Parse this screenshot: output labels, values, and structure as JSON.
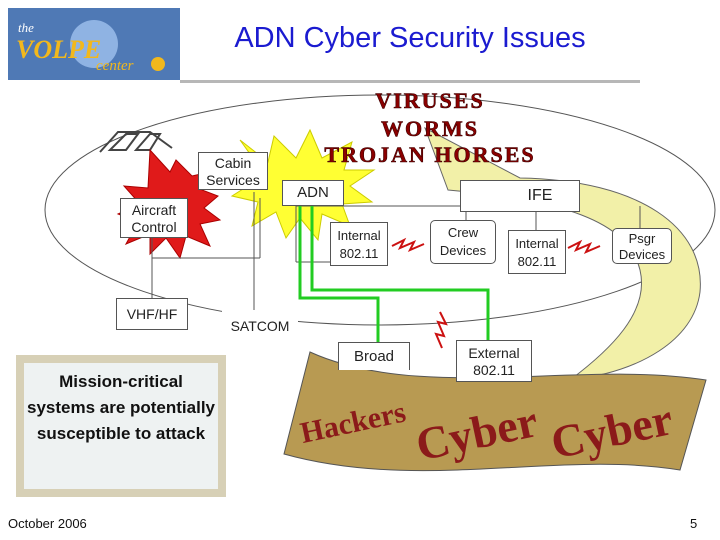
{
  "slide": {
    "title": "ADN Cyber Security Issues",
    "logo": {
      "word_the": "the",
      "word_volpe": "VOLPE",
      "word_center": "center"
    },
    "threats": [
      "VIRUSES",
      "WORMS",
      "TROJAN HORSES"
    ],
    "boxes": {
      "cabin": "Cabin Services",
      "aircraft": "Aircraft Control",
      "adn": "ADN",
      "ife": "IFE",
      "vhf": "VHF/HF",
      "satcom": "SATCOM",
      "internal1": "Internal 802.11",
      "crew": "Crew Devices",
      "internal2": "Internal 802.11",
      "psgr": "Psgr Devices",
      "broad": "Broad",
      "external": "External 802.11"
    },
    "banner_words": [
      "Hackers",
      "Cyber",
      "Cyber"
    ],
    "mission_text": "Mission-critical systems are potentially susceptible to attack",
    "footer_left": "October 2006",
    "page_number": "5"
  },
  "colors": {
    "title": "#1b1bd0",
    "threat_text": "#8b0000",
    "banner_text": "#8b1a1a",
    "burst_yellow": "#ffff33",
    "burst_red": "#e01a1a",
    "green_line": "#22cc22",
    "banner_fill": "#b89a52",
    "swoosh_fill": "#f2f0a8"
  }
}
